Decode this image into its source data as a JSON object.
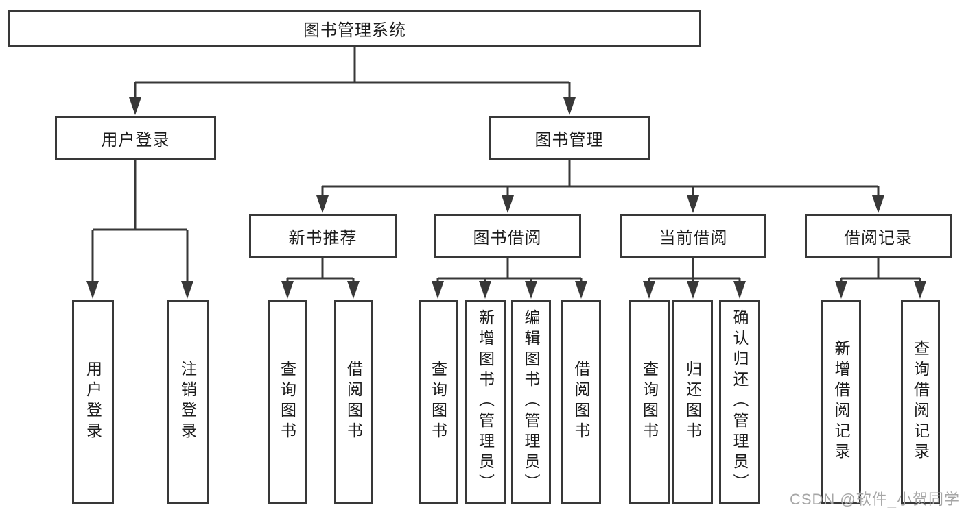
{
  "tree": {
    "label": "图书管理系统",
    "children": [
      {
        "label": "用户登录",
        "children": [
          {
            "label": "用户登录"
          },
          {
            "label": "注销登录"
          }
        ]
      },
      {
        "label": "图书管理",
        "children": [
          {
            "label": "新书推荐",
            "children": [
              {
                "label": "查询图书"
              },
              {
                "label": "借阅图书"
              }
            ]
          },
          {
            "label": "图书借阅",
            "children": [
              {
                "label": "查询图书"
              },
              {
                "label": "新增图书（管理员）"
              },
              {
                "label": "编辑图书（管理员）"
              },
              {
                "label": "借阅图书"
              }
            ]
          },
          {
            "label": "当前借阅",
            "children": [
              {
                "label": "查询图书"
              },
              {
                "label": "归还图书"
              },
              {
                "label": "确认归还（管理员）"
              }
            ]
          },
          {
            "label": "借阅记录",
            "children": [
              {
                "label": "新增借阅记录"
              },
              {
                "label": "查询借阅记录"
              }
            ]
          }
        ]
      }
    ]
  },
  "watermark": {
    "text": "CSDN @软件_小贺同学"
  },
  "colors": {
    "line": "#383838",
    "text": "#1c1c1c",
    "watermark": "#a6a6a6",
    "bg": "#ffffff"
  }
}
